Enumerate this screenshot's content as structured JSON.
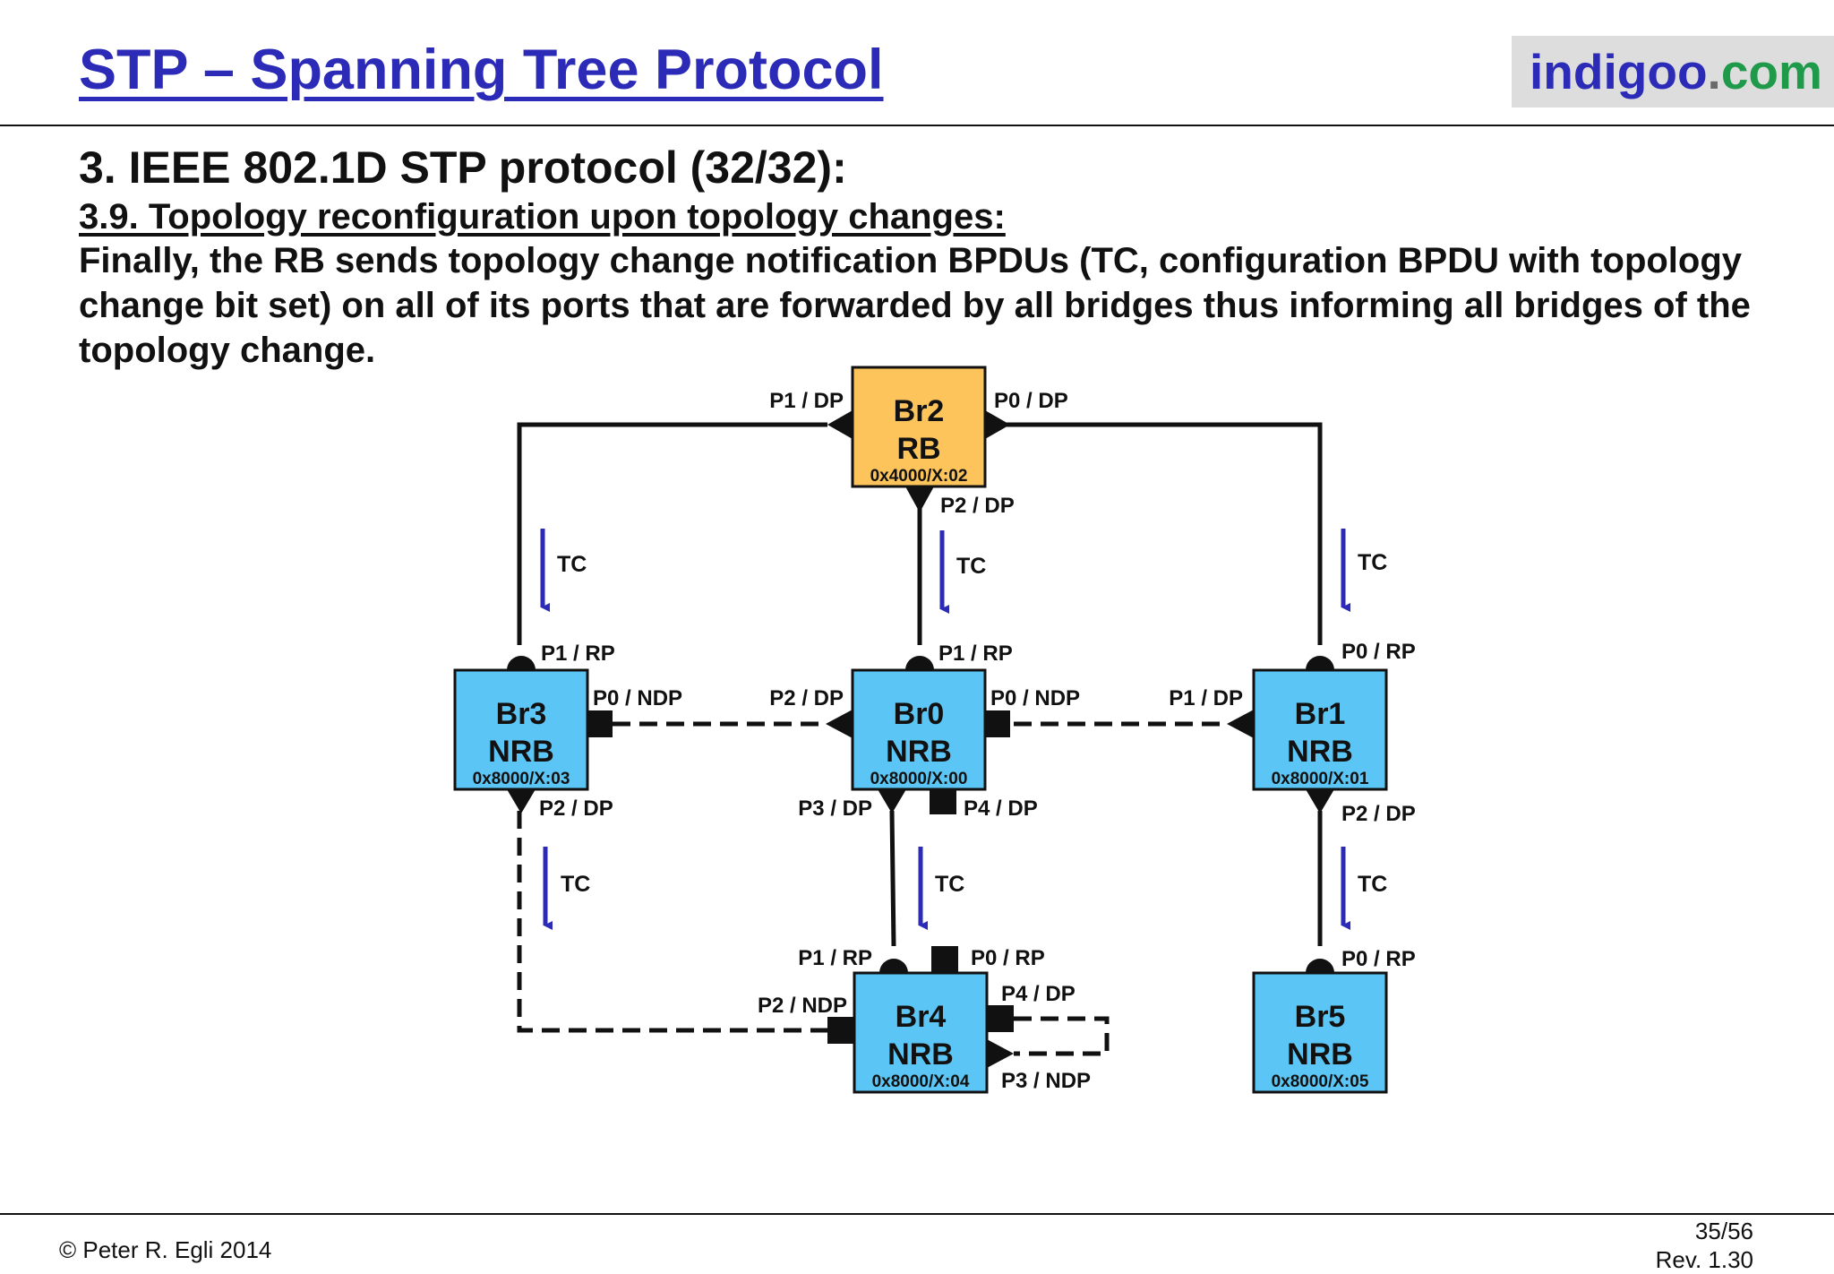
{
  "header": {
    "title": "STP – Spanning Tree Protocol",
    "logo": {
      "part1": "indigoo",
      "part2": ".",
      "part3": "com"
    }
  },
  "slide": {
    "heading": "3. IEEE 802.1D STP protocol (32/32):",
    "subheading": "3.9. Topology reconfiguration upon topology changes:",
    "body": "Finally, the RB sends topology change notification BPDUs (TC, configuration BPDU with topology change bit set) on all of its ports that are forwarded by all bridges thus informing all bridges of the topology change."
  },
  "diagram": {
    "bridges": {
      "br2": {
        "name": "Br2",
        "role": "RB",
        "id": "0x4000/X:02",
        "color": "#fcc45a"
      },
      "br3": {
        "name": "Br3",
        "role": "NRB",
        "id": "0x8000/X:03",
        "color": "#5bc6f5"
      },
      "br0": {
        "name": "Br0",
        "role": "NRB",
        "id": "0x8000/X:00",
        "color": "#5bc6f5"
      },
      "br1": {
        "name": "Br1",
        "role": "NRB",
        "id": "0x8000/X:01",
        "color": "#5bc6f5"
      },
      "br4": {
        "name": "Br4",
        "role": "NRB",
        "id": "0x8000/X:04",
        "color": "#5bc6f5"
      },
      "br5": {
        "name": "Br5",
        "role": "NRB",
        "id": "0x8000/X:05",
        "color": "#5bc6f5"
      }
    },
    "ports": {
      "br2_p1": "P1 / DP",
      "br2_p0": "P0 / DP",
      "br2_p2": "P2 / DP",
      "br3_p1": "P1 / RP",
      "br3_p0": "P0 / NDP",
      "br3_p2": "P2 / DP",
      "br0_p1": "P1 / RP",
      "br0_p2": "P2 / DP",
      "br0_p0": "P0 / NDP",
      "br0_p3": "P3 / DP",
      "br0_p4": "P4 / DP",
      "br1_p0": "P0 / RP",
      "br1_p1": "P1 / DP",
      "br1_p2": "P2 / DP",
      "br4_p1": "P1 / RP",
      "br4_p0": "P0 / RP",
      "br4_p2": "P2 / NDP",
      "br4_p4": "P4 / DP",
      "br4_p3": "P3 / NDP",
      "br5_p0": "P0 / RP"
    },
    "tc_label": "TC",
    "arrow_color": "#2b2bb8"
  },
  "footer": {
    "copyright": "© Peter R. Egli 2014",
    "page": "35/56",
    "rev": "Rev. 1.30"
  }
}
